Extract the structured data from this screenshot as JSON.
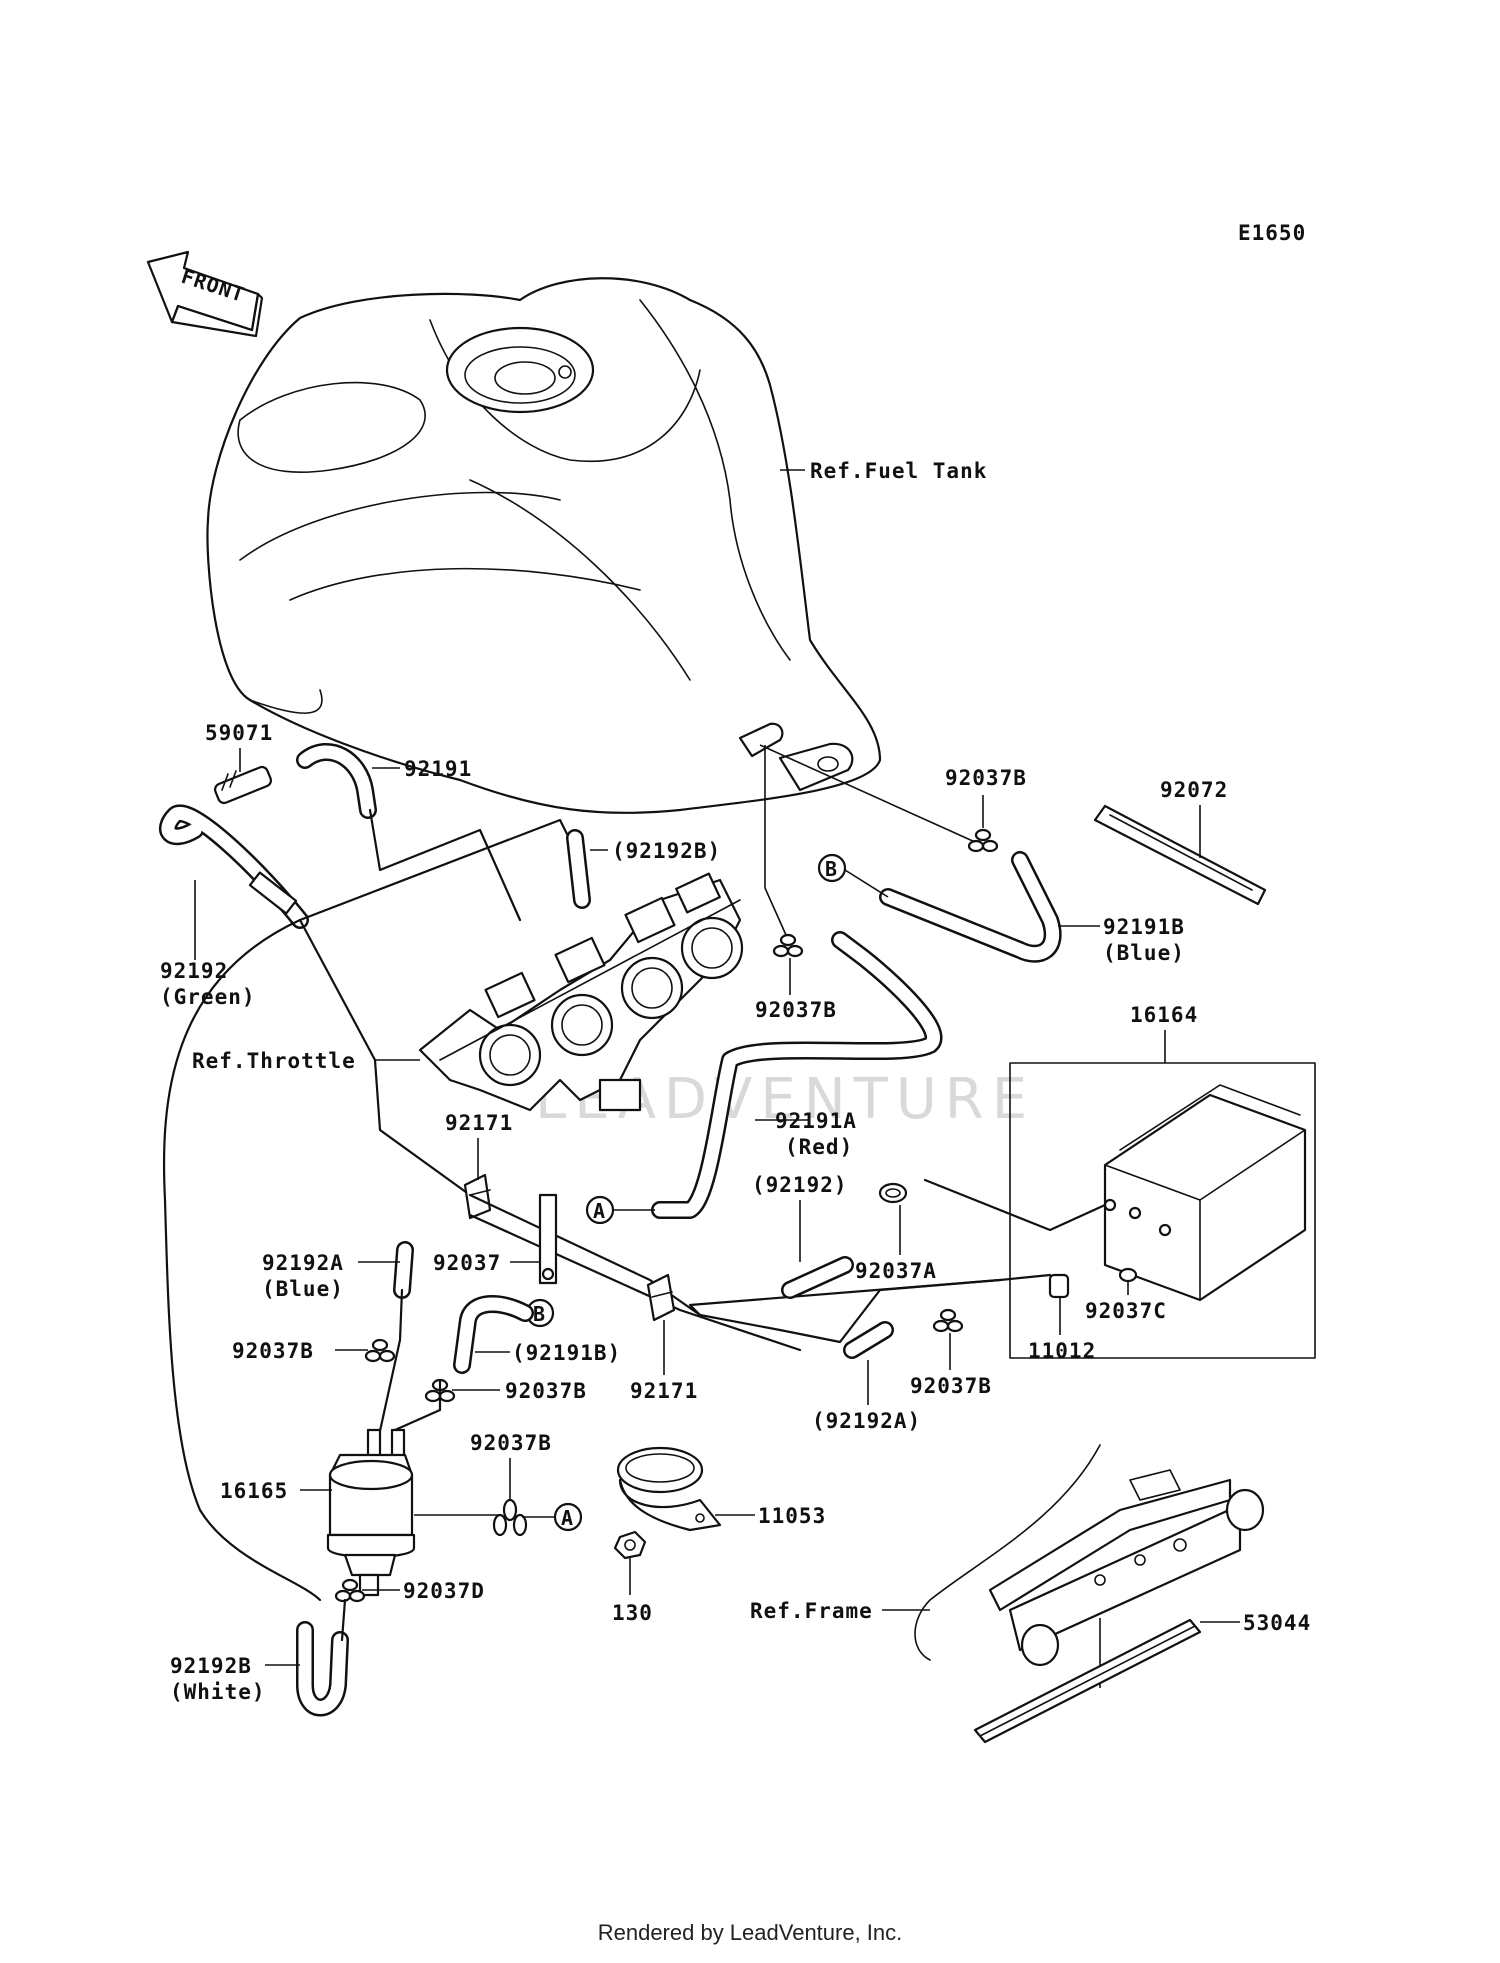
{
  "diagram_code": "E1650",
  "front_arrow_label": "FRONT",
  "watermark": "LEADVENTURE",
  "callouts": {
    "a": "A",
    "b": "B"
  },
  "labels": {
    "ref_fuel_tank": "Ref.Fuel Tank",
    "p59071": "59071",
    "p92191": "92191",
    "p92192b_paren": "(92192B)",
    "p92192_green": "92192",
    "p92192_green_sub": "(Green)",
    "p92037b_top": "92037B",
    "p92072": "92072",
    "p92191b": "92191B",
    "p92191b_sub": "(Blue)",
    "p92037b_mid": "92037B",
    "p16164": "16164",
    "ref_throttle": "Ref.Throttle",
    "p92171_top": "92171",
    "p92191a": "92191A",
    "p92191a_sub": "(Red)",
    "p92192_paren": "(92192)",
    "p92037a": "92037A",
    "p92192a": "92192A",
    "p92192a_sub": "(Blue)",
    "p92037": "92037",
    "p92037c": "92037C",
    "p11012": "11012",
    "p92037b_left": "92037B",
    "p92191b_paren": "(92191B)",
    "p92037b_l2": "92037B",
    "p92171_bot": "92171",
    "p92037b_r": "92037B",
    "p92192a_paren": "(92192A)",
    "p16165": "16165",
    "p92037b_l3": "92037B",
    "p11053": "11053",
    "p130": "130",
    "p92037d": "92037D",
    "ref_frame": "Ref.Frame",
    "p53044": "53044",
    "p92192b": "92192B",
    "p92192b_sub": "(White)"
  },
  "footer": "Rendered by LeadVenture, Inc."
}
